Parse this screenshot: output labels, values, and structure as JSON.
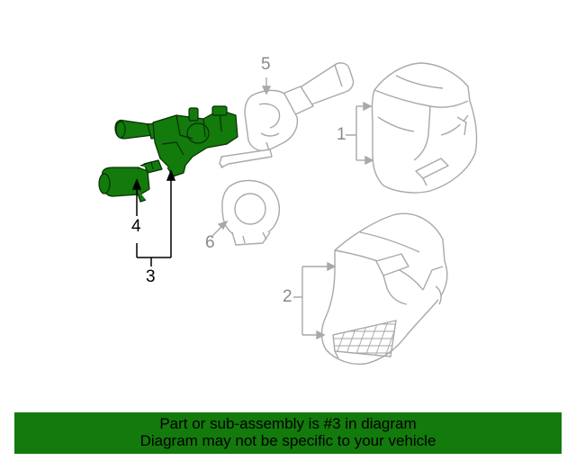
{
  "callouts": {
    "c1": "1",
    "c2": "2",
    "c3": "3",
    "c4": "4",
    "c5": "5",
    "c6": "6"
  },
  "banner": {
    "line1": "Part or sub-assembly is #3 in diagram",
    "line2": "Diagram may not be specific to your vehicle"
  },
  "colors": {
    "highlight_part": "#137a0c",
    "banner_background": "#137a0c",
    "other_parts": "#b0b0b0"
  },
  "icons": [
    "combination-switch",
    "turn-signal-switch",
    "upper-column-cover",
    "lower-column-cover",
    "wiper-switch",
    "spiral-cable"
  ]
}
